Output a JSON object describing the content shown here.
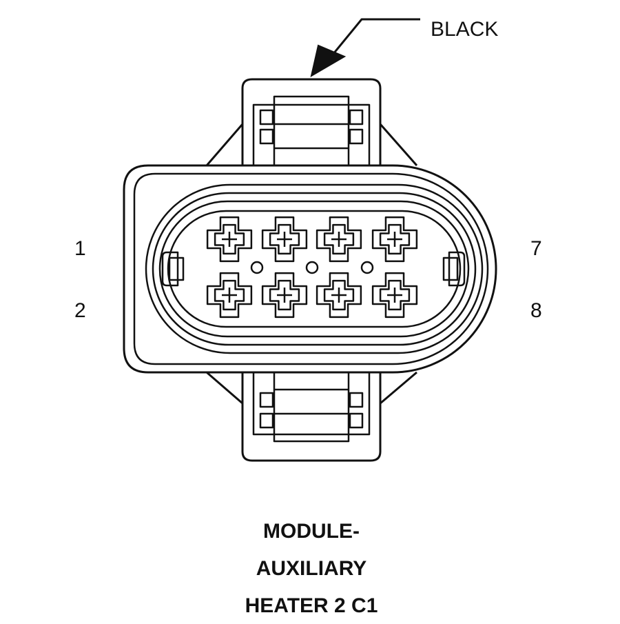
{
  "callout": {
    "color_label": "BLACK"
  },
  "pin_labels": {
    "top_left": "1",
    "bottom_left": "2",
    "top_right": "7",
    "bottom_right": "8"
  },
  "title_lines": [
    "MODULE-",
    "AUXILIARY",
    "HEATER 2 C1"
  ],
  "connector": {
    "pin_rows": 2,
    "pins_per_row": 4
  },
  "colors": {
    "line": "#111111",
    "background": "#ffffff"
  }
}
